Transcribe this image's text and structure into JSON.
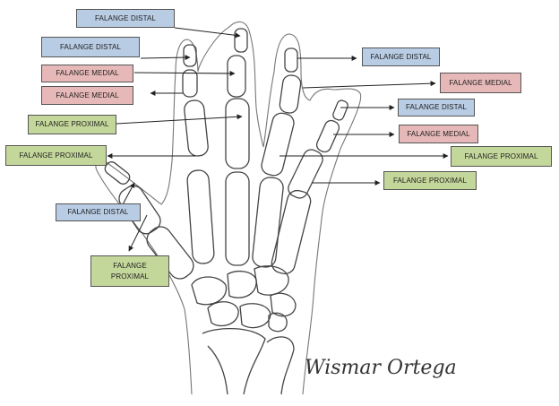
{
  "colors": {
    "distal": "#b8cce4",
    "medial": "#e6b8b8",
    "proximal": "#c4d79b",
    "line": "#333333"
  },
  "labels": {
    "l1": "FALANGE DISTAL",
    "l2": "FALANGE DISTAL",
    "l3": "FALANGE MEDIAL",
    "l4": "FALANGE MEDIAL",
    "l5": "FALANGE PROXIMAL",
    "l6": "FALANGE PROXIMAL",
    "l7": "FALANGE DISTAL",
    "l8a": "FALANGE",
    "l8b": "PROXIMAL",
    "r1": "FALANGE DISTAL",
    "r2": "FALANGE MEDIAL",
    "r3": "FALANGE DISTAL",
    "r4": "FALANGE MEDIAL",
    "r5": "FALANGE PROXIMAL",
    "r6": "FALANGE PROXIMAL"
  },
  "signature": "Wismar Ortega"
}
